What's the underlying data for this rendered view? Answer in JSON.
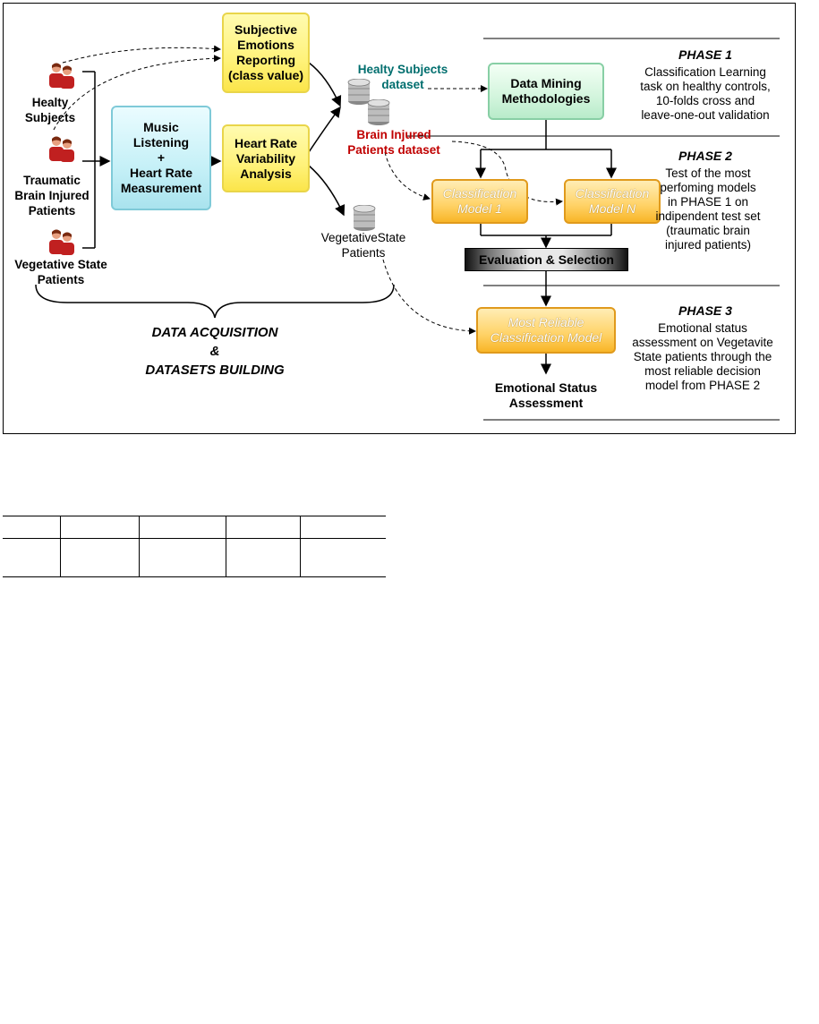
{
  "left": {
    "subjects": [
      {
        "label": "Healty\nSubjects"
      },
      {
        "label": "Traumatic\nBrain Injured\nPatients"
      },
      {
        "label": "Vegetative State\nPatients"
      }
    ],
    "music_box": "Music\nListening\n+\nHeart Rate\nMeasurement",
    "emotions_box": "Subjective\nEmotions\nReporting\n(class value)",
    "hrv_box": "Heart Rate\nVariability\nAnalysis",
    "acquisition_title": "DATA ACQUISITION\n&\nDATASETS BUILDING"
  },
  "datasets": {
    "healthy": "Healty Subjects\ndataset",
    "brain": "Brain Injured\nPatients dataset",
    "vegetative": "VegetativeState\nPatients",
    "healthy_color": "#006e6e",
    "brain_color": "#c00000"
  },
  "pipeline": {
    "data_mining": "Data Mining\nMethodologies",
    "model1": "Classification\nModel 1",
    "modelN": "Classification\nModel N",
    "evaluation": "Evaluation & Selection",
    "reliable": "Most Reliable\nClassification Model",
    "emotional": "Emotional Status\nAssessment"
  },
  "phases": [
    {
      "title": "PHASE 1",
      "desc": "Classification Learning\ntask on healthy controls,\n10-folds cross and\nleave-one-out validation"
    },
    {
      "title": "PHASE 2",
      "desc": "Test of the most\nperfoming models\nin PHASE 1 on\nindipendent test set\n(traumatic brain\ninjured patients)"
    },
    {
      "title": "PHASE 3",
      "desc": "Emotional status\nassessment on Vegetavite\nState patients through the\nmost reliable decision\nmodel from PHASE 2"
    }
  ],
  "colors": {
    "yellow": "#fff27a",
    "blue": "#c5f0f7",
    "green": "#d3f5dd",
    "orange": "#f8b527"
  }
}
